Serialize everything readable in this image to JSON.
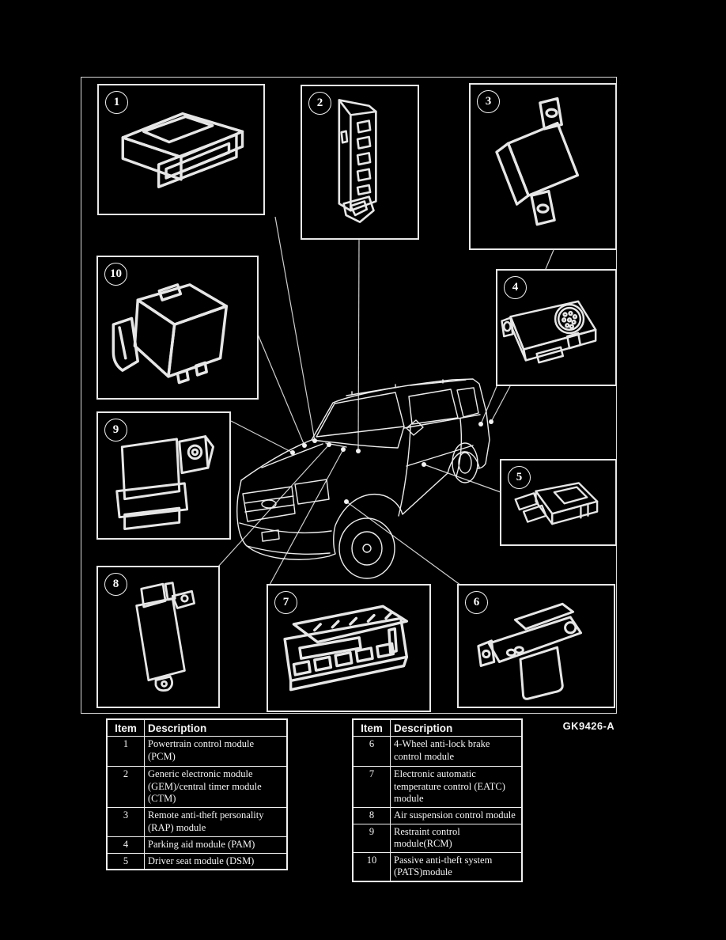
{
  "figure": {
    "code": "GK9426-A"
  },
  "callouts": [
    {
      "num": "1"
    },
    {
      "num": "2"
    },
    {
      "num": "3"
    },
    {
      "num": "4"
    },
    {
      "num": "5"
    },
    {
      "num": "6"
    },
    {
      "num": "7"
    },
    {
      "num": "8"
    },
    {
      "num": "9"
    },
    {
      "num": "10"
    }
  ],
  "tables": {
    "left": {
      "header": {
        "item": "Item",
        "description": "Description"
      },
      "rows": [
        {
          "item": "1",
          "description": "Powertrain control module (PCM)"
        },
        {
          "item": "2",
          "description": "Generic electronic module (GEM)/central timer module (CTM)"
        },
        {
          "item": "3",
          "description": "Remote anti-theft personality (RAP) module"
        },
        {
          "item": "4",
          "description": "Parking aid module (PAM)"
        },
        {
          "item": "5",
          "description": "Driver seat module (DSM)"
        }
      ]
    },
    "right": {
      "header": {
        "item": "Item",
        "description": "Description"
      },
      "rows": [
        {
          "item": "6",
          "description": "4-Wheel anti-lock brake control module"
        },
        {
          "item": "7",
          "description": "Electronic automatic temperature control (EATC) module"
        },
        {
          "item": "8",
          "description": "Air suspension control module"
        },
        {
          "item": "9",
          "description": "Restraint control module(RCM)"
        },
        {
          "item": "10",
          "description": "Passive anti-theft system (PATS)module"
        }
      ]
    }
  },
  "colors": {
    "background": "#000000",
    "line": "#e6e6e6",
    "text": "#ffffff"
  }
}
